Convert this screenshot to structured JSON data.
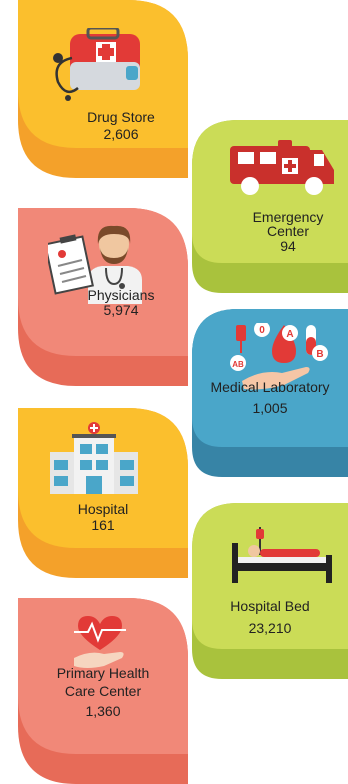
{
  "colors": {
    "yellow_front": "#fbbf2d",
    "yellow_back": "#f4a12a",
    "green_front": "#cbdc57",
    "green_back": "#a9c23d",
    "salmon_front": "#f18878",
    "salmon_back": "#e76b58",
    "blue_front": "#4aa6c9",
    "blue_back": "#3784a6"
  },
  "cards": [
    {
      "label": "Drug Store",
      "value": "2,606",
      "icon": "first-aid-kit-icon"
    },
    {
      "label": "Emergency Center",
      "label_lines": [
        "Emergency",
        "Center"
      ],
      "value": "94",
      "icon": "ambulance-icon"
    },
    {
      "label": "Physicians",
      "value": "5,974",
      "icon": "doctor-icon"
    },
    {
      "label": "Medical Laboratory",
      "value": "1,005",
      "icon": "blood-lab-icon"
    },
    {
      "label": "Hospital",
      "value": "161",
      "icon": "hospital-building-icon"
    },
    {
      "label": "Hospital Bed",
      "value": "23,210",
      "icon": "hospital-bed-icon"
    },
    {
      "label": "Primary Health Care Center",
      "label_lines": [
        "Primary Health",
        "Care Center"
      ],
      "value": "1,360",
      "icon": "heart-care-icon"
    }
  ]
}
